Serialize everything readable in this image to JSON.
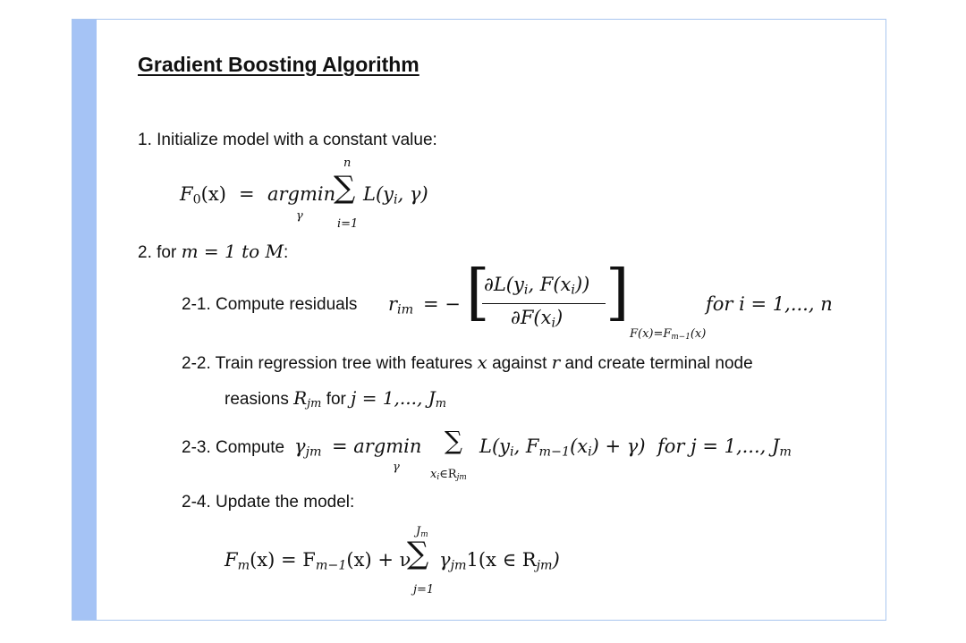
{
  "title": "Gradient Boosting Algorithm",
  "step1": {
    "label": "1. Initialize model with a constant value:",
    "lhs": "F",
    "lhs_sub": "0",
    "lhs_arg": "(x)",
    "eq": "=",
    "op": "argmin",
    "op_under": "γ",
    "sum": "∑",
    "sum_top": "n",
    "sum_bottom": "i=1",
    "body": "L(y",
    "body_sub": "i",
    "body_end": ", γ)"
  },
  "step2": {
    "prefix": "2. for ",
    "math": "m = 1 to M",
    "suffix": ":"
  },
  "step2_1": {
    "label": "2-1. Compute residuals ",
    "lhs": "r",
    "lhs_sub": "im",
    "eq": "= −",
    "numerator": "∂L(y",
    "numerator_sub": "i",
    "numerator_end": ",  F(x",
    "numerator_sub2": "i",
    "numerator_end2": "))",
    "denominator": "∂F(x",
    "denominator_sub": "i",
    "denominator_end": ")",
    "eval_at": "F(x)=F",
    "eval_sub": "m−1",
    "eval_end": "(x)",
    "condition": "for i = 1,..., n"
  },
  "step2_2": {
    "line1_a": "2-2. Train regression tree with features ",
    "line1_x": "x",
    "line1_b": " against ",
    "line1_r": "r",
    "line1_c": " and create terminal node",
    "line2_a": "reasions ",
    "line2_R": "R",
    "line2_Rsub": "jm",
    "line2_b": " for ",
    "line2_math": "j = 1,..., J",
    "line2_Jsub": "m"
  },
  "step2_3": {
    "label": "2-3. Compute ",
    "lhs": "γ",
    "lhs_sub": "jm",
    "eq": "= argmin",
    "op_under": "γ",
    "sum": "∑",
    "sum_bottom": "x",
    "sum_bottom_sub": "i",
    "sum_bottom_end": "∈R",
    "sum_bottom_sub2": "jm",
    "body": "L(y",
    "body_sub": "i",
    "body_mid": ", F",
    "body_sub2": "m−1",
    "body_end": "(x",
    "body_sub3": "i",
    "body_end2": ") + γ)",
    "condition": "for j = 1,..., J",
    "condition_sub": "m"
  },
  "step2_4": {
    "label": "2-4. Update the model:",
    "lhs": "F",
    "lhs_sub": "m",
    "lhs_arg": "(x) = F",
    "prev_sub": "m−1",
    "prev_arg": "(x) + ν",
    "sum": "∑",
    "sum_top": "J",
    "sum_top_sub": "m",
    "sum_bottom": "j=1",
    "body": "γ",
    "body_sub": "jm",
    "body_mid": "1(x ∈ R",
    "body_sub2": "jm",
    "body_end": ")"
  }
}
